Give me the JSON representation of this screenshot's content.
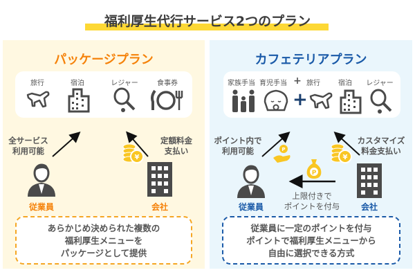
{
  "title": "福利厚生代行サービス2つのプラン",
  "colors": {
    "orange": "#f5820a",
    "blue": "#1a5aa8",
    "yellow": "#fdd835",
    "left_bg": "#fff8e1",
    "right_bg": "#eaf6fc",
    "icon": "#4a4a4a",
    "coin": "#f9c623"
  },
  "package": {
    "title": "パッケージプラン",
    "items": [
      {
        "label": "旅行",
        "icon": "airplane-icon"
      },
      {
        "label": "宿泊",
        "icon": "building-icon"
      },
      {
        "label": "レジャー",
        "icon": "tennis-racket-icon"
      },
      {
        "label": "食事券",
        "icon": "dining-icon"
      }
    ],
    "employee_note": [
      "全サービス",
      "利用可能"
    ],
    "company_note": [
      "定額料金",
      "支払い"
    ],
    "employee": "従業員",
    "company": "会社",
    "description": [
      "あらかじめ決められた複数の",
      "福利厚生メニューを",
      "パッケージとして提供"
    ]
  },
  "cafeteria": {
    "title": "カフェテリアプラン",
    "items": [
      {
        "label": "家族手当",
        "icon": "family-icon"
      },
      {
        "label": "育児手当",
        "icon": "baby-icon"
      },
      {
        "label": "旅行",
        "icon": "airplane-icon"
      },
      {
        "label": "宿泊",
        "icon": "building-icon"
      },
      {
        "label": "レジャー",
        "icon": "tennis-racket-icon"
      }
    ],
    "employee_note": [
      "ポイント内で",
      "利用可能"
    ],
    "company_note": [
      "カスタマイズ",
      "料金支払い"
    ],
    "grant_note": [
      "上限付きで",
      "ポイントを付与"
    ],
    "employee": "従業員",
    "company": "会社",
    "description": [
      "従業員に一定のポイントを付与",
      "ポイントで福利厚生メニューから",
      "自由に選択できる方式"
    ]
  }
}
